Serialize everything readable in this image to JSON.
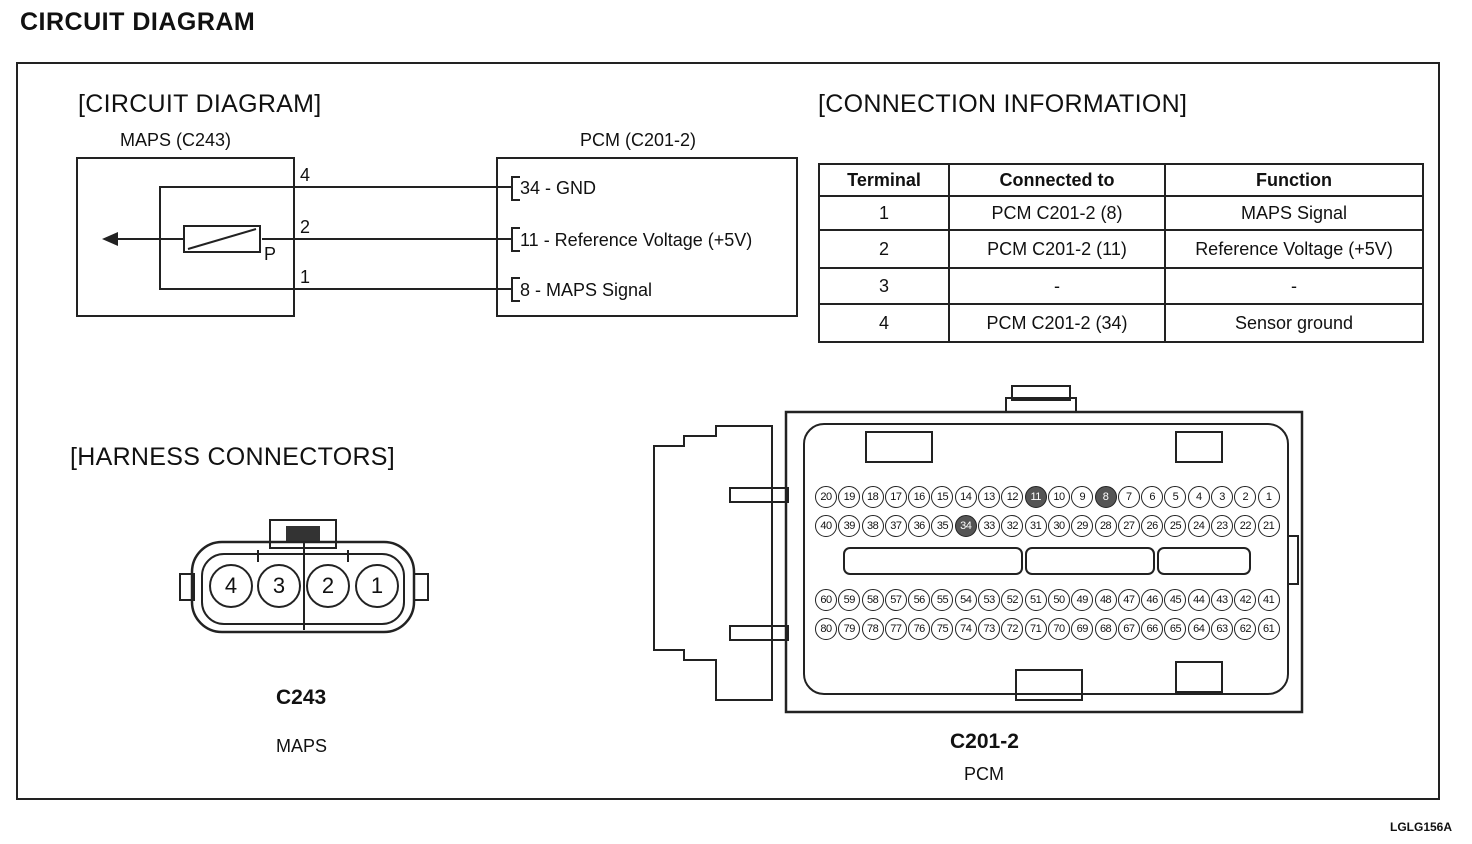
{
  "page_title": "CIRCUIT DIAGRAM",
  "sections": {
    "circuit": "[CIRCUIT DIAGRAM]",
    "connection": "[CONNECTION INFORMATION]",
    "harness": "[HARNESS CONNECTORS]"
  },
  "circuit": {
    "maps_label": "MAPS (C243)",
    "pcm_label": "PCM (C201-2)",
    "sensor_symbol": "P",
    "maps_pins": [
      "4",
      "2",
      "1"
    ],
    "pcm_pins": [
      {
        "num": "34",
        "text": " - GND"
      },
      {
        "num": "11",
        "text": " - Reference Voltage (+5V)"
      },
      {
        "num": "8",
        "text": " - MAPS Signal"
      }
    ]
  },
  "connection_table": {
    "headers": [
      "Terminal",
      "Connected to",
      "Function"
    ],
    "rows": [
      [
        "1",
        "PCM C201-2 (8)",
        "MAPS Signal"
      ],
      [
        "2",
        "PCM C201-2 (11)",
        "Reference Voltage (+5V)"
      ],
      [
        "3",
        "-",
        "-"
      ],
      [
        "4",
        "PCM C201-2 (34)",
        "Sensor ground"
      ]
    ]
  },
  "harness": {
    "c243": {
      "pins": [
        "4",
        "3",
        "2",
        "1"
      ],
      "name": "C243",
      "desc": "MAPS"
    },
    "c201": {
      "name": "C201-2",
      "desc": "PCM",
      "rows": [
        [
          "20",
          "19",
          "18",
          "17",
          "16",
          "15",
          "14",
          "13",
          "12",
          "11",
          "10",
          "9",
          "8",
          "7",
          "6",
          "5",
          "4",
          "3",
          "2",
          "1"
        ],
        [
          "40",
          "39",
          "38",
          "37",
          "36",
          "35",
          "34",
          "33",
          "32",
          "31",
          "30",
          "29",
          "28",
          "27",
          "26",
          "25",
          "24",
          "23",
          "22",
          "21"
        ],
        [
          "60",
          "59",
          "58",
          "57",
          "56",
          "55",
          "54",
          "53",
          "52",
          "51",
          "50",
          "49",
          "48",
          "47",
          "46",
          "45",
          "44",
          "43",
          "42",
          "41"
        ],
        [
          "80",
          "79",
          "78",
          "77",
          "76",
          "75",
          "74",
          "73",
          "72",
          "71",
          "70",
          "69",
          "68",
          "67",
          "66",
          "65",
          "64",
          "63",
          "62",
          "61"
        ]
      ],
      "highlighted": [
        "11",
        "8",
        "34"
      ]
    }
  },
  "footer_code": "LGLG156A"
}
